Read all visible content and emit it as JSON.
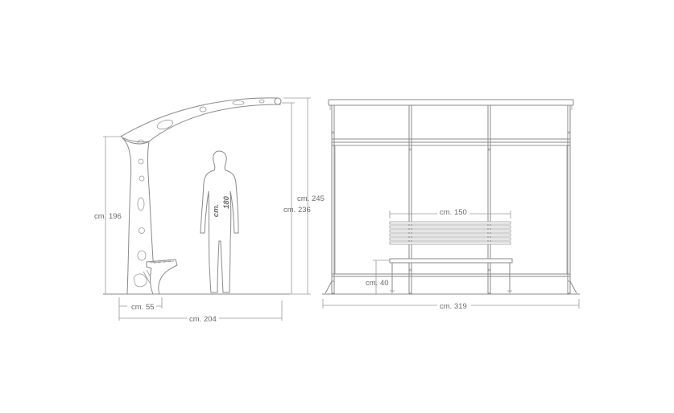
{
  "dimensions": {
    "side_height": "cm. 196",
    "side_base": "cm. 55",
    "side_depth": "cm. 204",
    "person_line1": "cm.",
    "person_line2": "180",
    "total_height": "cm. 245",
    "inner_height": "cm. 236",
    "bench_width": "cm. 150",
    "seat_height": "cm. 40",
    "front_width": "cm. 319"
  },
  "colors": {
    "line": "#8a8a8a",
    "text": "#6a6a6a",
    "background": "#ffffff"
  }
}
